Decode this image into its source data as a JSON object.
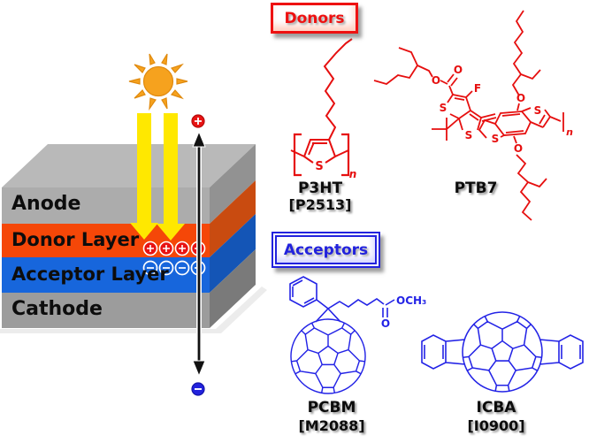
{
  "device": {
    "layers": [
      {
        "label": "Anode",
        "front_color": "#ACACAC",
        "side_color": "#929292"
      },
      {
        "label": "Donor Layer",
        "front_color": "#F54708",
        "side_color": "#C94B10"
      },
      {
        "label": "Acceptor Layer",
        "front_color": "#1766DC",
        "side_color": "#1455B6"
      },
      {
        "label": "Cathode",
        "front_color": "#9C9C9C",
        "side_color": "#7A7A7A"
      }
    ],
    "top_face_color": "#B9B9B9",
    "sun_color": "#F6A21E",
    "light_beam_color": "#FFE800",
    "hole_color": "#E81313",
    "electron_color": "#2222DD",
    "hole_symbol": "+",
    "electron_symbol": "−"
  },
  "donors": {
    "title": "Donors",
    "accent_color": "#EE1111",
    "molecules": [
      {
        "name": "P3HT",
        "code": "[P2513]"
      },
      {
        "name": "PTB7"
      }
    ]
  },
  "acceptors": {
    "title": "Acceptors",
    "accent_color": "#2222DD",
    "molecules": [
      {
        "name": "PCBM",
        "code": "[M2088]"
      },
      {
        "name": "ICBA",
        "code": "[I0900]"
      }
    ]
  },
  "atom_labels": {
    "sulfur": "S",
    "oxygen": "O",
    "fluorine": "F",
    "repeat_index": "n",
    "methyl_ester": "OCH₃"
  }
}
